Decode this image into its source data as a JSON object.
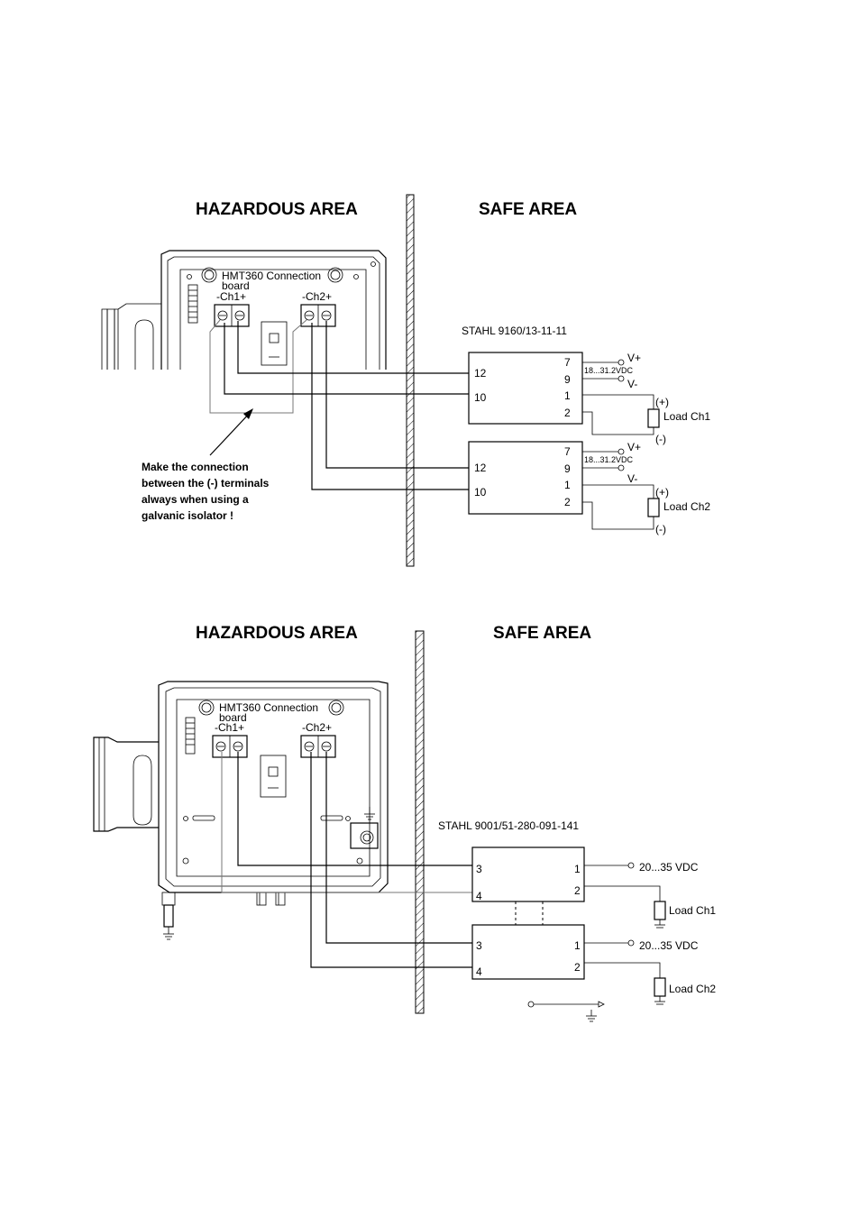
{
  "top": {
    "hazardous_title": "HAZARDOUS AREA",
    "safe_title": "SAFE AREA",
    "board_title_1": "HMT360 Connection",
    "board_title_2": "board",
    "ch1_label": "-Ch1+",
    "ch2_label": "-Ch2+",
    "isolator_model": "STAHL  9160/13-11-11",
    "module1": {
      "in_a": "12",
      "in_b": "10",
      "t7": "7",
      "t9": "9",
      "t1": "1",
      "t2": "2",
      "vplus": "V+",
      "vminus": "V-",
      "supply": "18...31.2VDC",
      "plus": "(+)",
      "minus": "(-)",
      "load": "Load Ch1"
    },
    "module2": {
      "in_a": "12",
      "in_b": "10",
      "t7": "7",
      "t9": "9",
      "t1": "1",
      "t2": "2",
      "vplus": "V+",
      "vminus": "V-",
      "supply": "18...31.2VDC",
      "plus": "(+)",
      "minus": "(-)",
      "load": "Load Ch2"
    },
    "note": [
      "Make the connection",
      "between the (-) terminals",
      "always when using a",
      "galvanic isolator !"
    ]
  },
  "bottom": {
    "hazardous_title": "HAZARDOUS AREA",
    "safe_title": "SAFE AREA",
    "board_title_1": "HMT360 Connection",
    "board_title_2": "board",
    "ch1_label": "-Ch1+",
    "ch2_label": "-Ch2+",
    "isolator_model": "STAHL 9001/51-280-091-141",
    "module1": {
      "in_a": "3",
      "in_b": "4",
      "t1": "1",
      "t2": "2",
      "supply": "20...35 VDC",
      "load": "Load Ch1"
    },
    "module2": {
      "in_a": "3",
      "in_b": "4",
      "t1": "1",
      "t2": "2",
      "supply": "20...35 VDC",
      "load": "Load Ch2"
    }
  }
}
